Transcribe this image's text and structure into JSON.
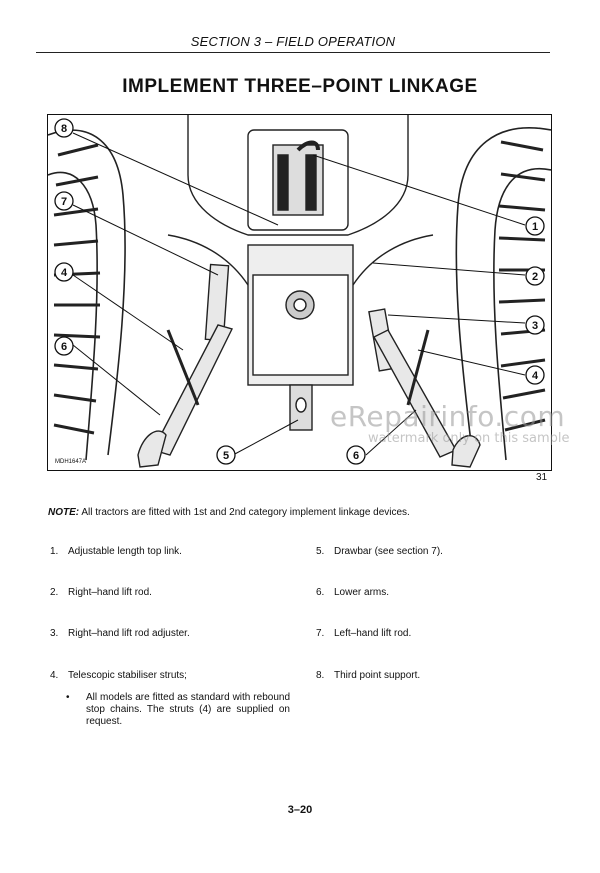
{
  "header": {
    "section": "SECTION 3 – FIELD OPERATION"
  },
  "title": "IMPLEMENT THREE–POINT LINKAGE",
  "figure": {
    "code": "MDH1647A",
    "number": "31",
    "callouts": [
      "8",
      "7",
      "4",
      "6",
      "5",
      "6",
      "1",
      "2",
      "3",
      "4"
    ]
  },
  "watermark": {
    "brand": "eRepairinfo.com",
    "sub": "watermark only on this sample"
  },
  "note": {
    "label": "NOTE:",
    "text": "All tractors are fitted with 1st and 2nd category implement linkage devices."
  },
  "items": [
    {
      "num": "1.",
      "text": "Adjustable length top link."
    },
    {
      "num": "2.",
      "text": "Right–hand lift rod."
    },
    {
      "num": "3.",
      "text": "Right–hand lift rod adjuster."
    },
    {
      "num": "4.",
      "text": "Telescopic stabiliser struts;"
    },
    {
      "num": "5.",
      "text": "Drawbar (see section 7)."
    },
    {
      "num": "6.",
      "text": "Lower arms."
    },
    {
      "num": "7.",
      "text": "Left–hand lift rod."
    },
    {
      "num": "8.",
      "text": "Third point support."
    }
  ],
  "bullet": {
    "mark": "•",
    "text": "All models are fitted as standard with rebound stop chains. The struts (4) are supplied on request."
  },
  "page": "3–20"
}
